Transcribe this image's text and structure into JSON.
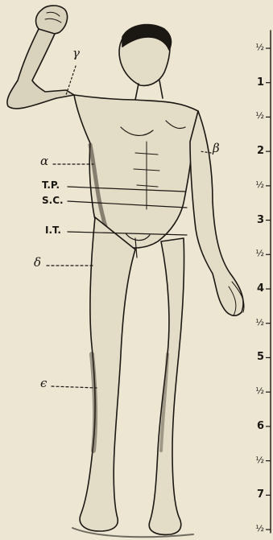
{
  "labels": {
    "gamma": "γ",
    "beta": "β",
    "alpha": "α",
    "tp": "T.P.",
    "sc": "S.C.",
    "it": "I.T.",
    "delta": "δ",
    "epsilon": "ϵ"
  },
  "scale": {
    "marks": [
      "½",
      "1",
      "½",
      "2",
      "½",
      "3",
      "½",
      "4",
      "½",
      "5",
      "½",
      "6",
      "½",
      "7",
      "½"
    ]
  }
}
